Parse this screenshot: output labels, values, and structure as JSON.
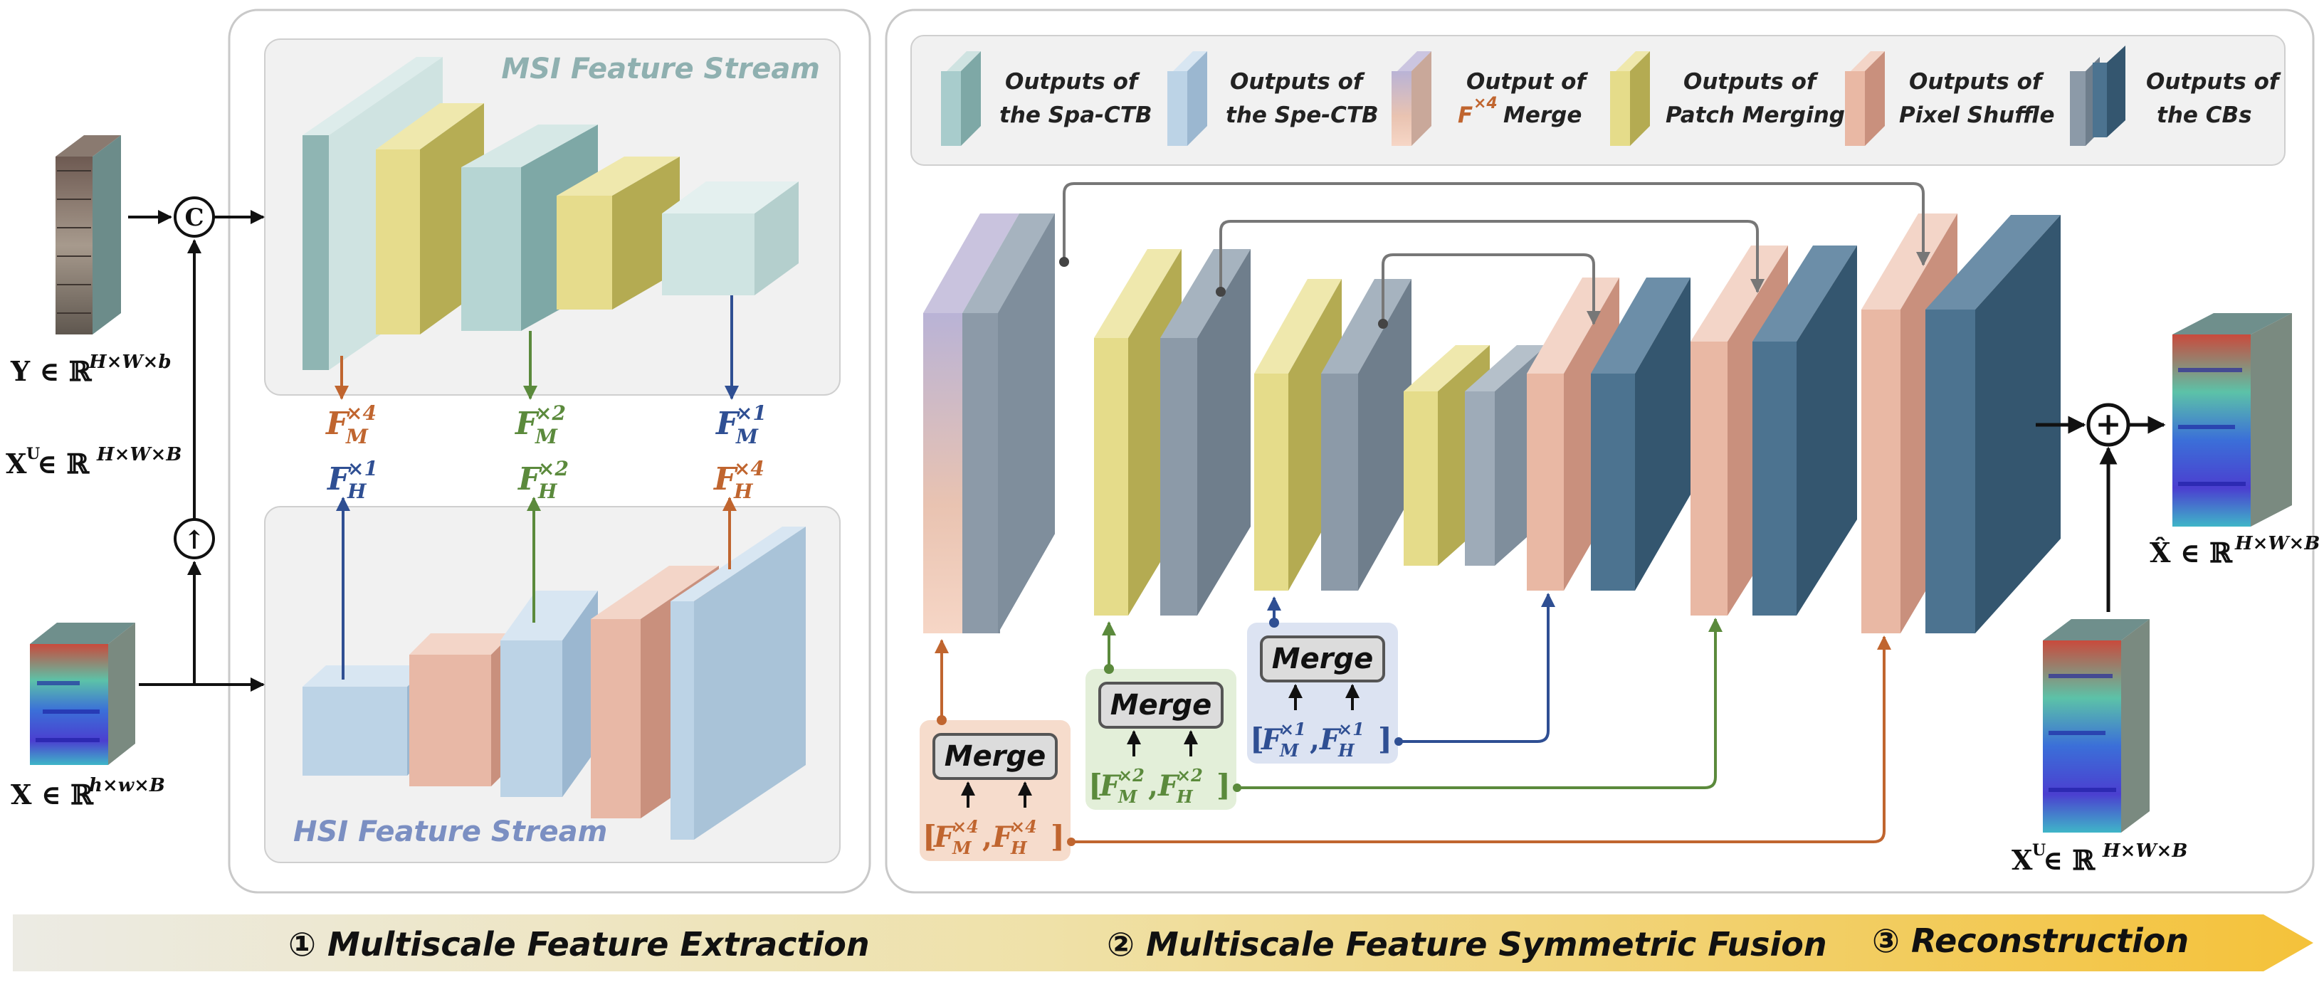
{
  "streams": {
    "msi_title": "MSI Feature Stream",
    "hsi_title": "HSI Feature Stream"
  },
  "legend": [
    {
      "line1": "Outputs of",
      "line2": "the Spa-CTB",
      "icon": "teal-block"
    },
    {
      "line1": "Outputs of",
      "line2": "the Spe-CTB",
      "icon": "light-blue-block"
    },
    {
      "line1": "Output of",
      "line2_sym": "F",
      "line2_sup": "×4",
      "line2_rest": " Merge",
      "icon": "gradient-block"
    },
    {
      "line1": "Outputs of",
      "line2": "Patch Merging",
      "icon": "yellow-block"
    },
    {
      "line1": "Outputs of",
      "line2": "Pixel Shuffle",
      "icon": "salmon-block"
    },
    {
      "line1": "Outputs of",
      "line2": "the CBs",
      "icon": "dark-blue-block"
    }
  ],
  "inputs": {
    "y_label": "Y ∈ ℝ",
    "y_sup": "H×W×b",
    "xu_label": "X",
    "xu_sup_u": "U",
    "xu_rest": " ∈ ℝ",
    "xu_sup": "H×W×B",
    "x_label": "X ∈ ℝ",
    "x_sup": "h×w×B",
    "concat_symbol": "C",
    "upsample_symbol": "↑"
  },
  "features": {
    "m4": {
      "base": "F",
      "sub": "M",
      "sup": "×4"
    },
    "m2": {
      "base": "F",
      "sub": "M",
      "sup": "×2"
    },
    "m1": {
      "base": "F",
      "sub": "M",
      "sup": "×1"
    },
    "h1": {
      "base": "F",
      "sub": "H",
      "sup": "×1"
    },
    "h2": {
      "base": "F",
      "sub": "H",
      "sup": "×2"
    },
    "h4": {
      "base": "F",
      "sub": "H",
      "sup": "×4"
    }
  },
  "merge_label": "Merge",
  "outputs": {
    "xhat_label": "X̂ ∈ ℝ",
    "xhat_sup": "H×W×B",
    "xu2_label": "X",
    "xu2_sup_u": "U",
    "xu2_rest": " ∈ ℝ",
    "xu2_sup": "H×W×B",
    "sum_symbol": "+"
  },
  "banner": {
    "step1": "① Multiscale Feature Extraction",
    "step2": "② Multiscale Feature Symmetric Fusion",
    "step3": "③ Reconstruction"
  },
  "colors": {
    "orange": "#c0652f",
    "green": "#5b8a3c",
    "blue": "#2f4f93",
    "teal": "#a8cccc",
    "light_blue": "#bcd3e6",
    "yellow": "#e5dc8a",
    "salmon": "#e9b8a4",
    "slate": "#8c9aa8",
    "dark_blue": "#4c7390"
  }
}
